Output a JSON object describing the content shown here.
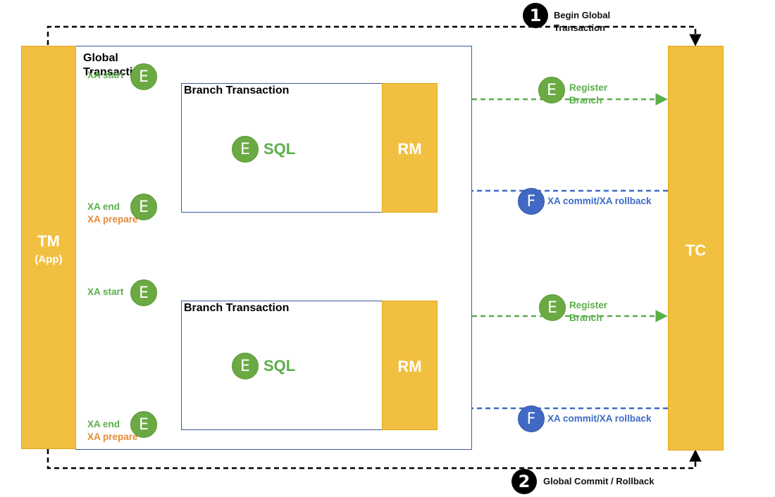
{
  "tm": {
    "title": "TM",
    "subtitle": "(App)"
  },
  "tc": {
    "title": "TC"
  },
  "global_transaction": {
    "title": "Global Transaction"
  },
  "steps": {
    "begin": {
      "number": "1",
      "label_line1": "Begin Global",
      "label_line2": "Transaction"
    },
    "commit": {
      "number": "2",
      "label": "Global Commit / Rollback"
    }
  },
  "branches": [
    {
      "title": "Branch Transaction",
      "sql_badge": "E",
      "sql_label": "SQL",
      "rm_label": "RM",
      "start_badge": "E",
      "start_label": "XA start",
      "end_badge": "E",
      "end_label": "XA end",
      "prepare_label": "XA prepare",
      "register_badge": "E",
      "register_line1": "Register",
      "register_line2": "Branch",
      "commit_badge": "F",
      "commit_label": "XA commit/XA rollback"
    },
    {
      "title": "Branch Transaction",
      "sql_badge": "E",
      "sql_label": "SQL",
      "rm_label": "RM",
      "start_badge": "E",
      "start_label": "XA start",
      "end_badge": "E",
      "end_label": "XA end",
      "prepare_label": "XA prepare",
      "register_badge": "E",
      "register_line1": "Register",
      "register_line2": "Branch",
      "commit_badge": "F",
      "commit_label": "XA commit/XA rollback"
    }
  ],
  "colors": {
    "bar": "#F2C040",
    "green": "#5AAE49",
    "orange": "#E88934",
    "blue": "#3C6AC4",
    "box_border": "#3B5998"
  }
}
